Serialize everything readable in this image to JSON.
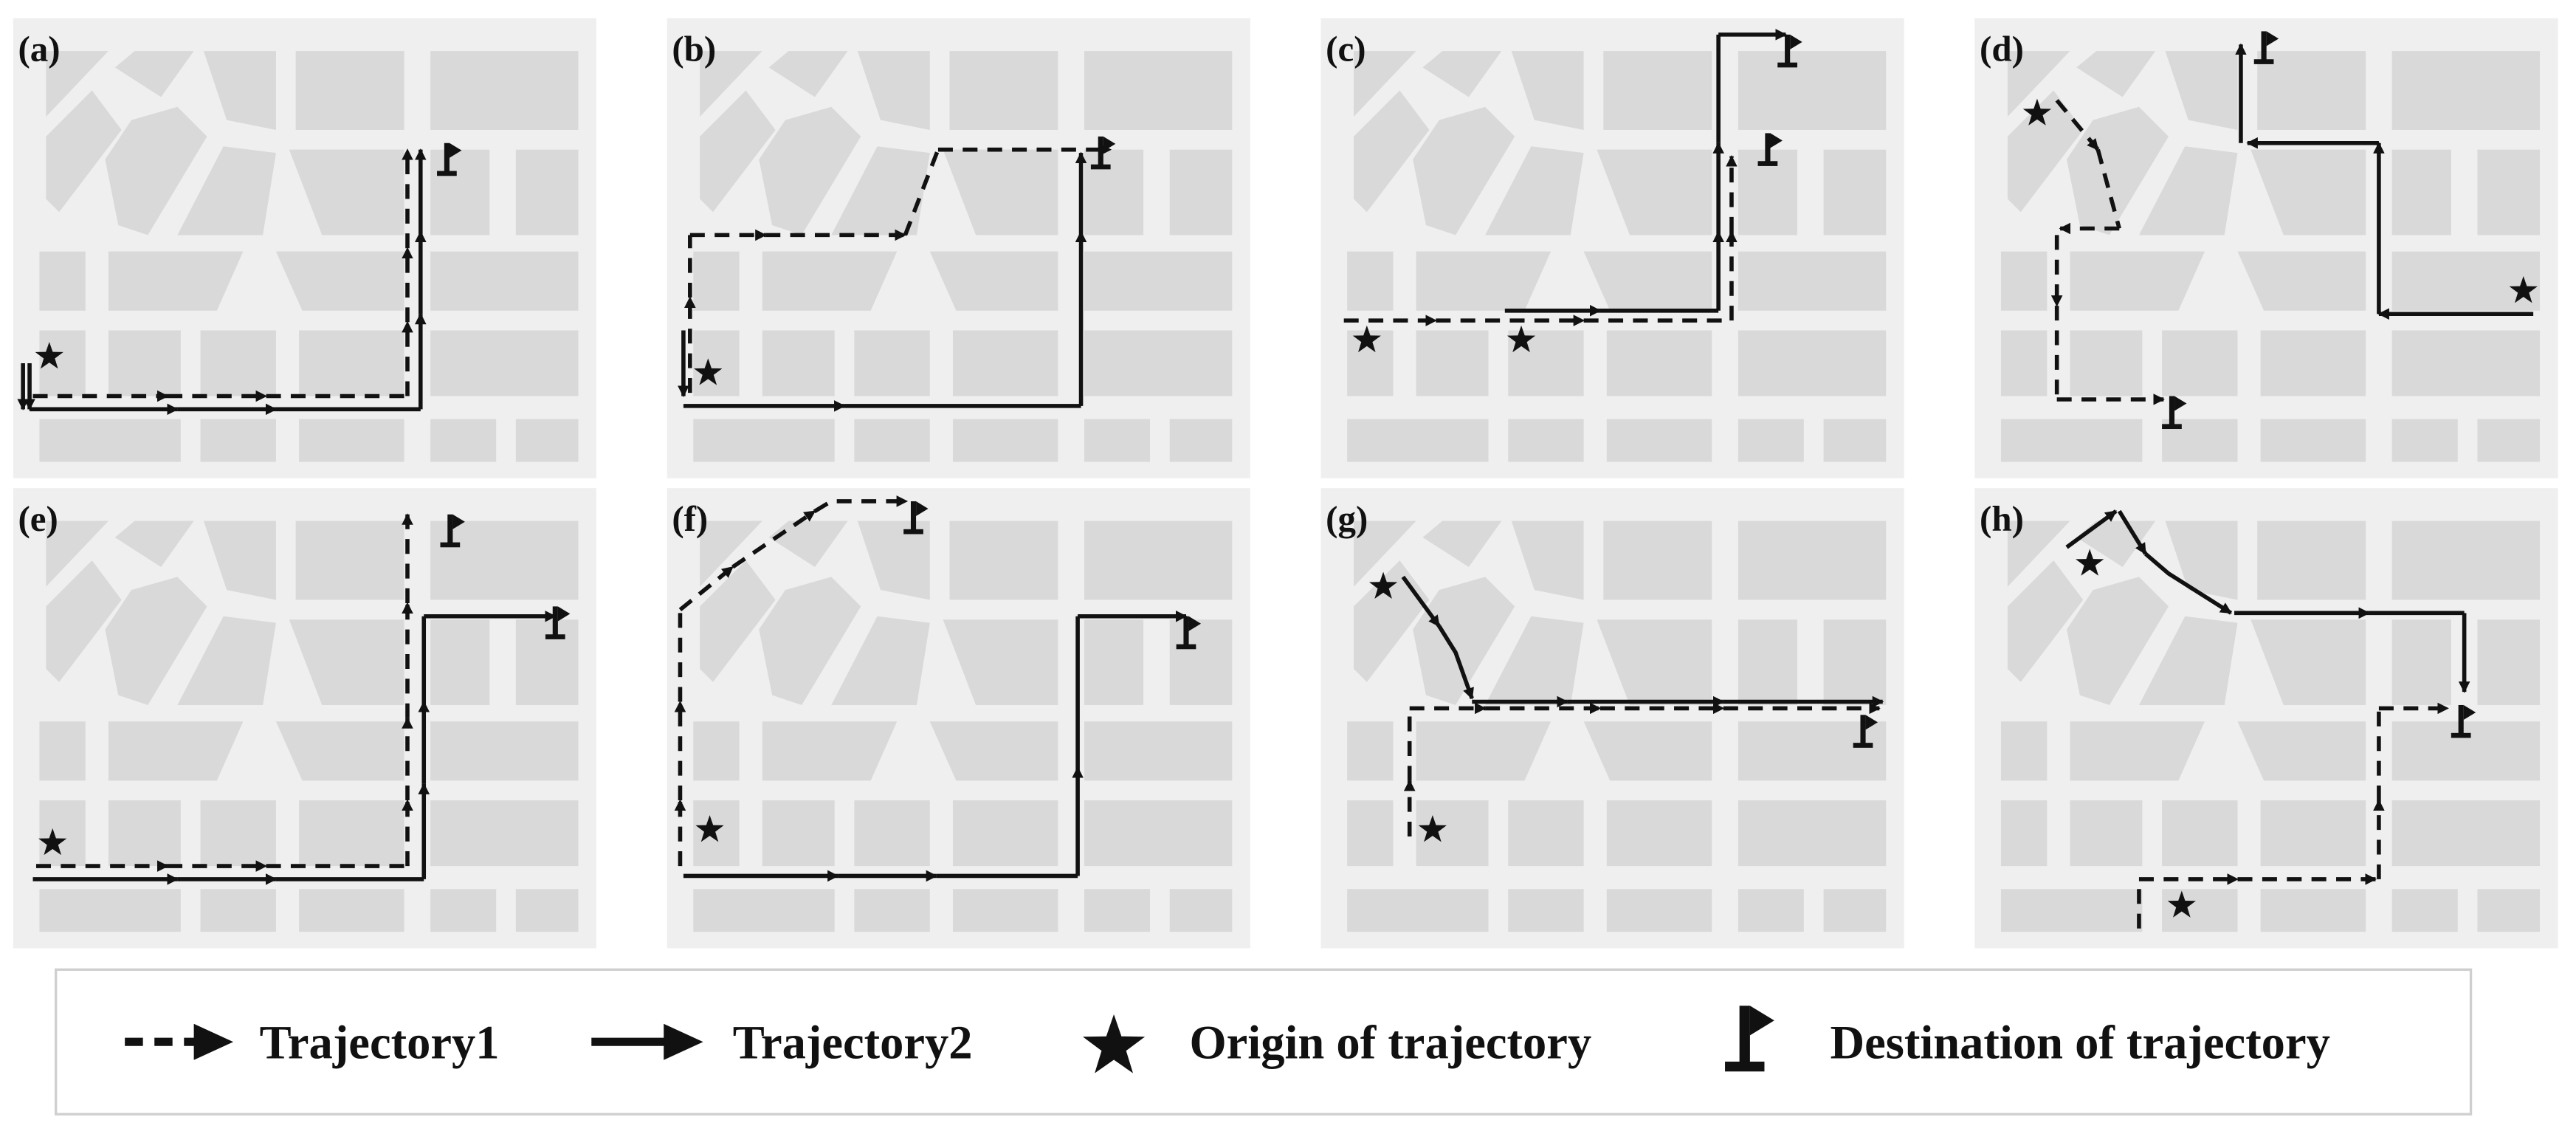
{
  "panels": [
    {
      "label": "(a)"
    },
    {
      "label": "(b)"
    },
    {
      "label": "(c)"
    },
    {
      "label": "(d)"
    },
    {
      "label": "(e)"
    },
    {
      "label": "(f)"
    },
    {
      "label": "(g)"
    },
    {
      "label": "(h)"
    }
  ],
  "legend": {
    "trajectory1": "Trajectory1",
    "trajectory2": "Trajectory2",
    "origin": "Origin of trajectory",
    "destination": "Destination of trajectory"
  },
  "colors": {
    "panel_background": "#efefef",
    "block": "#d9d9d9",
    "ink": "#111111"
  }
}
